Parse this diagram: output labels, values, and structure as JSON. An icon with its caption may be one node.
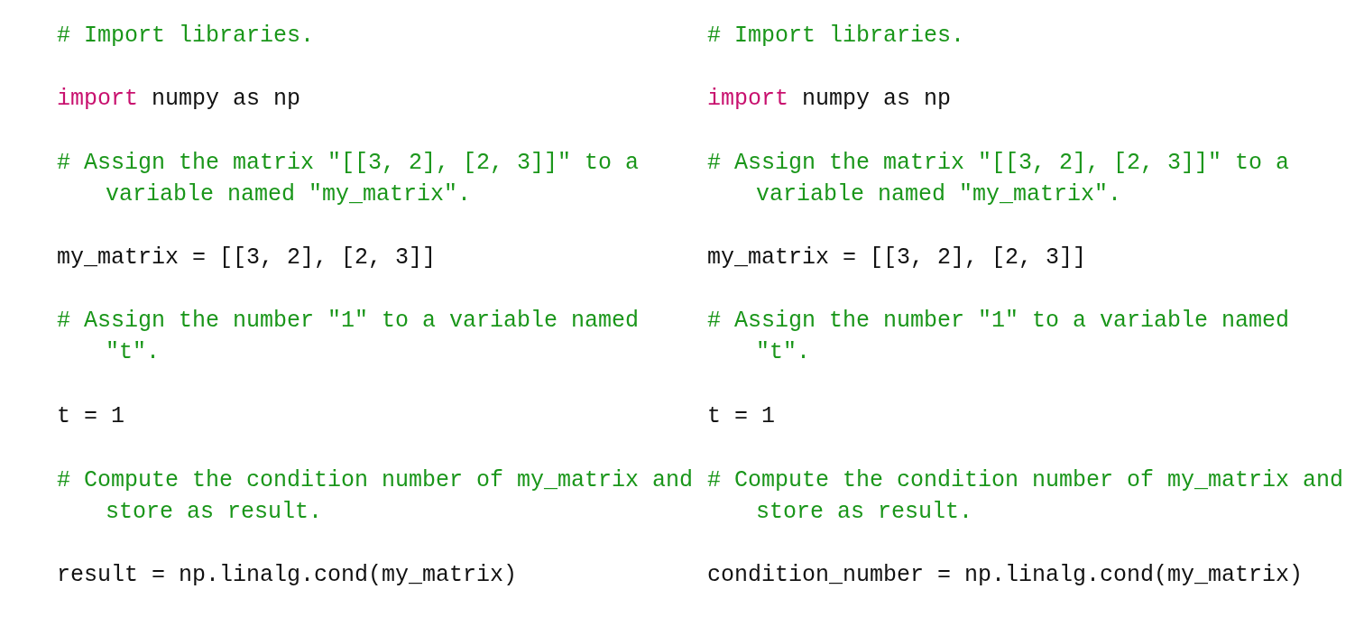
{
  "diagram": {
    "labels": [
      "# Import libraries.",
      "import numpy as np",
      "# Assign the matrix \"[[3, 2], [2, 3]]\" to a variable named \"my_matrix\".",
      "my_matrix = [[3, 2], [2, 3]]",
      "# Assign the number \"1\" to a variable named \"t\".",
      "t = 1",
      "# Compute the condition number of my_matrix and store as result.",
      "result = np.linalg.cond(my_matrix)",
      "# Import libraries.",
      "import numpy as np",
      "# Assign the matrix \"[[3, 2], [2, 3]]\" to a variable named \"my_matrix\".",
      "my_matrix = [[3, 2], [2, 3]]",
      "# Assign the number \"1\" to a variable named \"t\".",
      "t = 1",
      "# Compute the condition number of my_matrix and store as result.",
      "condition_number = np.linalg.cond(my_matrix)"
    ]
  }
}
